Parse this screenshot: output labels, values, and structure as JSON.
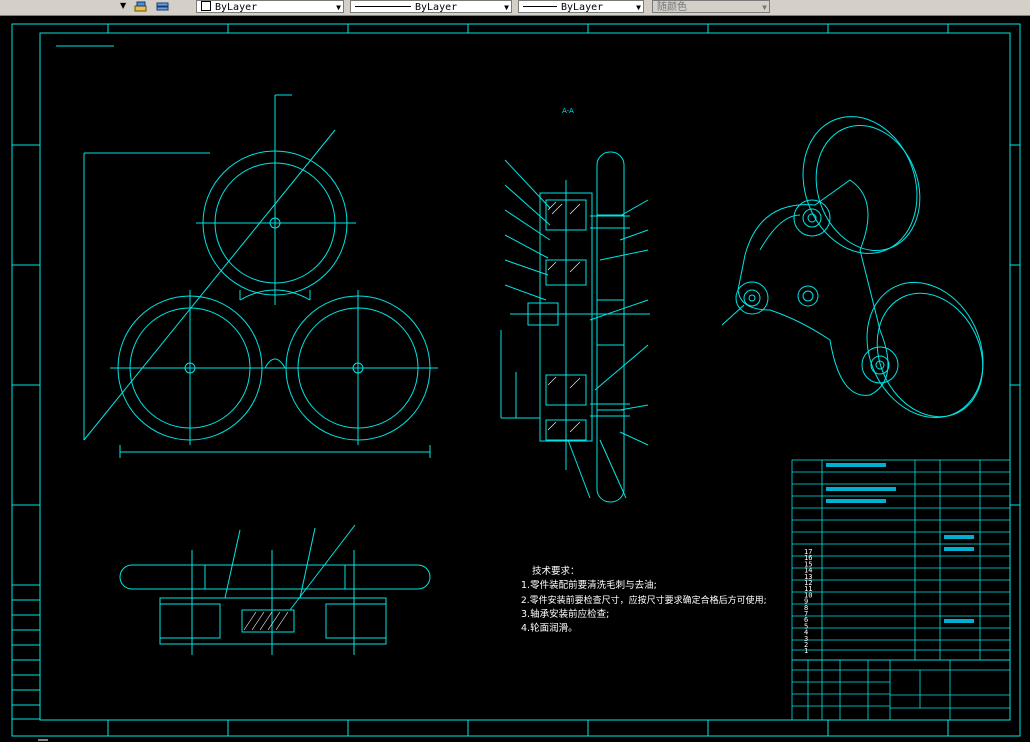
{
  "toolbar": {
    "linetype_label": "ByLayer",
    "lineweight_label": "ByLayer",
    "plotstyle_label": "ByLayer",
    "color_label": "随颜色"
  },
  "drawing": {
    "tech_requirements": {
      "heading": "技术要求：",
      "items": [
        "1.零件装配前要清洗毛刺与去油;",
        "2.零件安装前要检查尺寸，应按尺寸要求确定合格后方可使用;",
        "3.轴承安装前应检查;",
        "4.轮面润滑。"
      ]
    },
    "bom_numbers": [
      "17",
      "16",
      "15",
      "14",
      "13",
      "12",
      "11",
      "10",
      "9",
      "8",
      "7",
      "6",
      "5",
      "4",
      "3",
      "2",
      "1"
    ],
    "colors": {
      "line": "#00ffff",
      "cyan": "#00e5e5",
      "bg": "#000000"
    }
  }
}
